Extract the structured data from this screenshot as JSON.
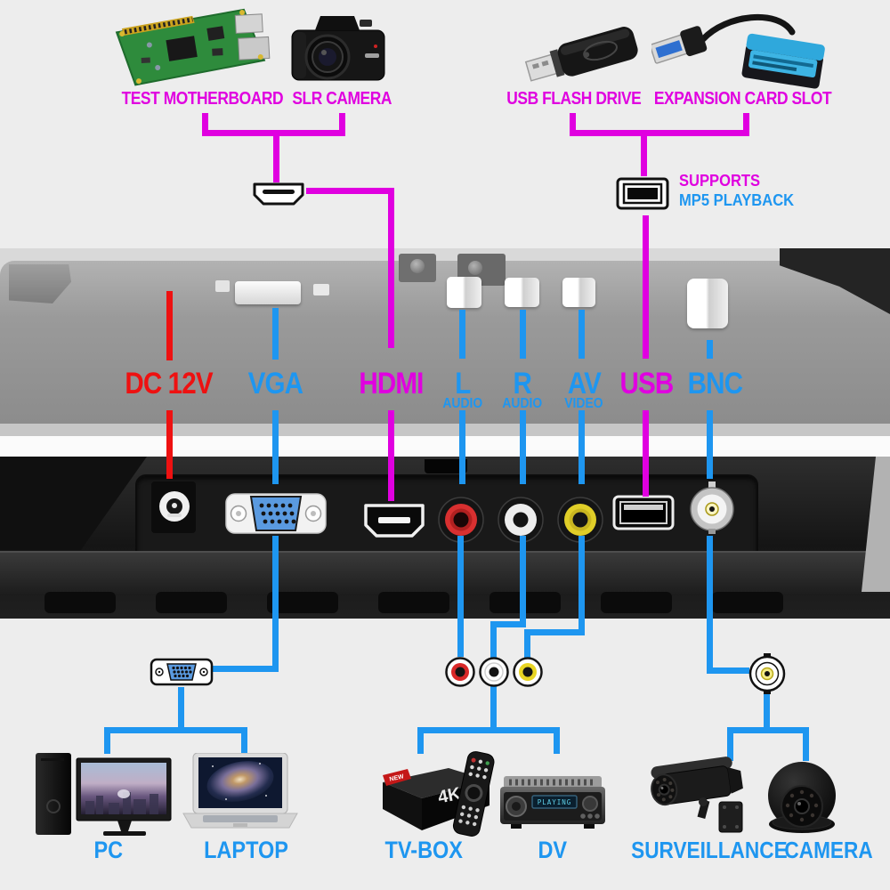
{
  "colors": {
    "magenta": "#e000e0",
    "blue": "#1e96f0",
    "red": "#ee1111",
    "panel_black": "#1a1a1a"
  },
  "top_section": {
    "motherboard_label": "TEST MOTHERBOARD",
    "slr_label": "SLR CAMERA",
    "flash_label": "USB FLASH DRIVE",
    "card_label": "EXPANSION CARD SLOT",
    "supports_label": "SUPPORTS",
    "playback_label": "MP5 PLAYBACK"
  },
  "port_labels": {
    "dc": "DC 12V",
    "vga": "VGA",
    "hdmi": "HDMI",
    "l": "L",
    "l_sub": "AUDIO",
    "r": "R",
    "r_sub": "AUDIO",
    "av": "AV",
    "av_sub": "VIDEO",
    "usb": "USB",
    "bnc": "BNC"
  },
  "device_labels": {
    "pc": "PC",
    "laptop": "LAPTOP",
    "tvbox": "TV-BOX",
    "dv": "DV",
    "surveillance": "SURVEILLANCE",
    "camera": "CAMERA"
  },
  "tvbox": {
    "badge": "4K",
    "corner": "NEW"
  },
  "dv": {
    "display": "PLAYING"
  }
}
